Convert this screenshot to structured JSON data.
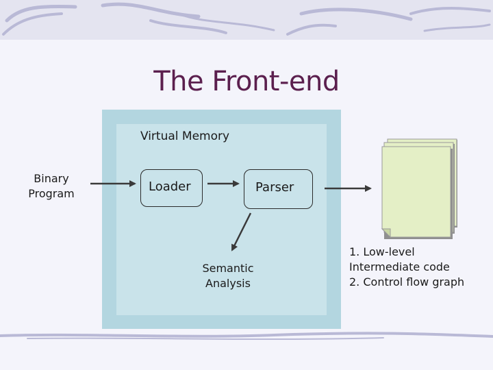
{
  "title": "The Front-end",
  "virtual_memory_label": "Virtual Memory",
  "input_label_lines": [
    "Binary",
    "Program"
  ],
  "loader_label": "Loader",
  "parser_label": "Parser",
  "semantic_label_lines": [
    "Semantic",
    "Analysis"
  ],
  "output_lines": [
    "1. Low-level",
    "Intermediate code",
    "2. Control flow graph"
  ],
  "colors": {
    "title": "#5b1f4e",
    "vm_outer": "#b3d6e0",
    "vm_inner": "#c9e3ea",
    "document": "#e4efc6",
    "arrow": "#3a3a3a"
  }
}
